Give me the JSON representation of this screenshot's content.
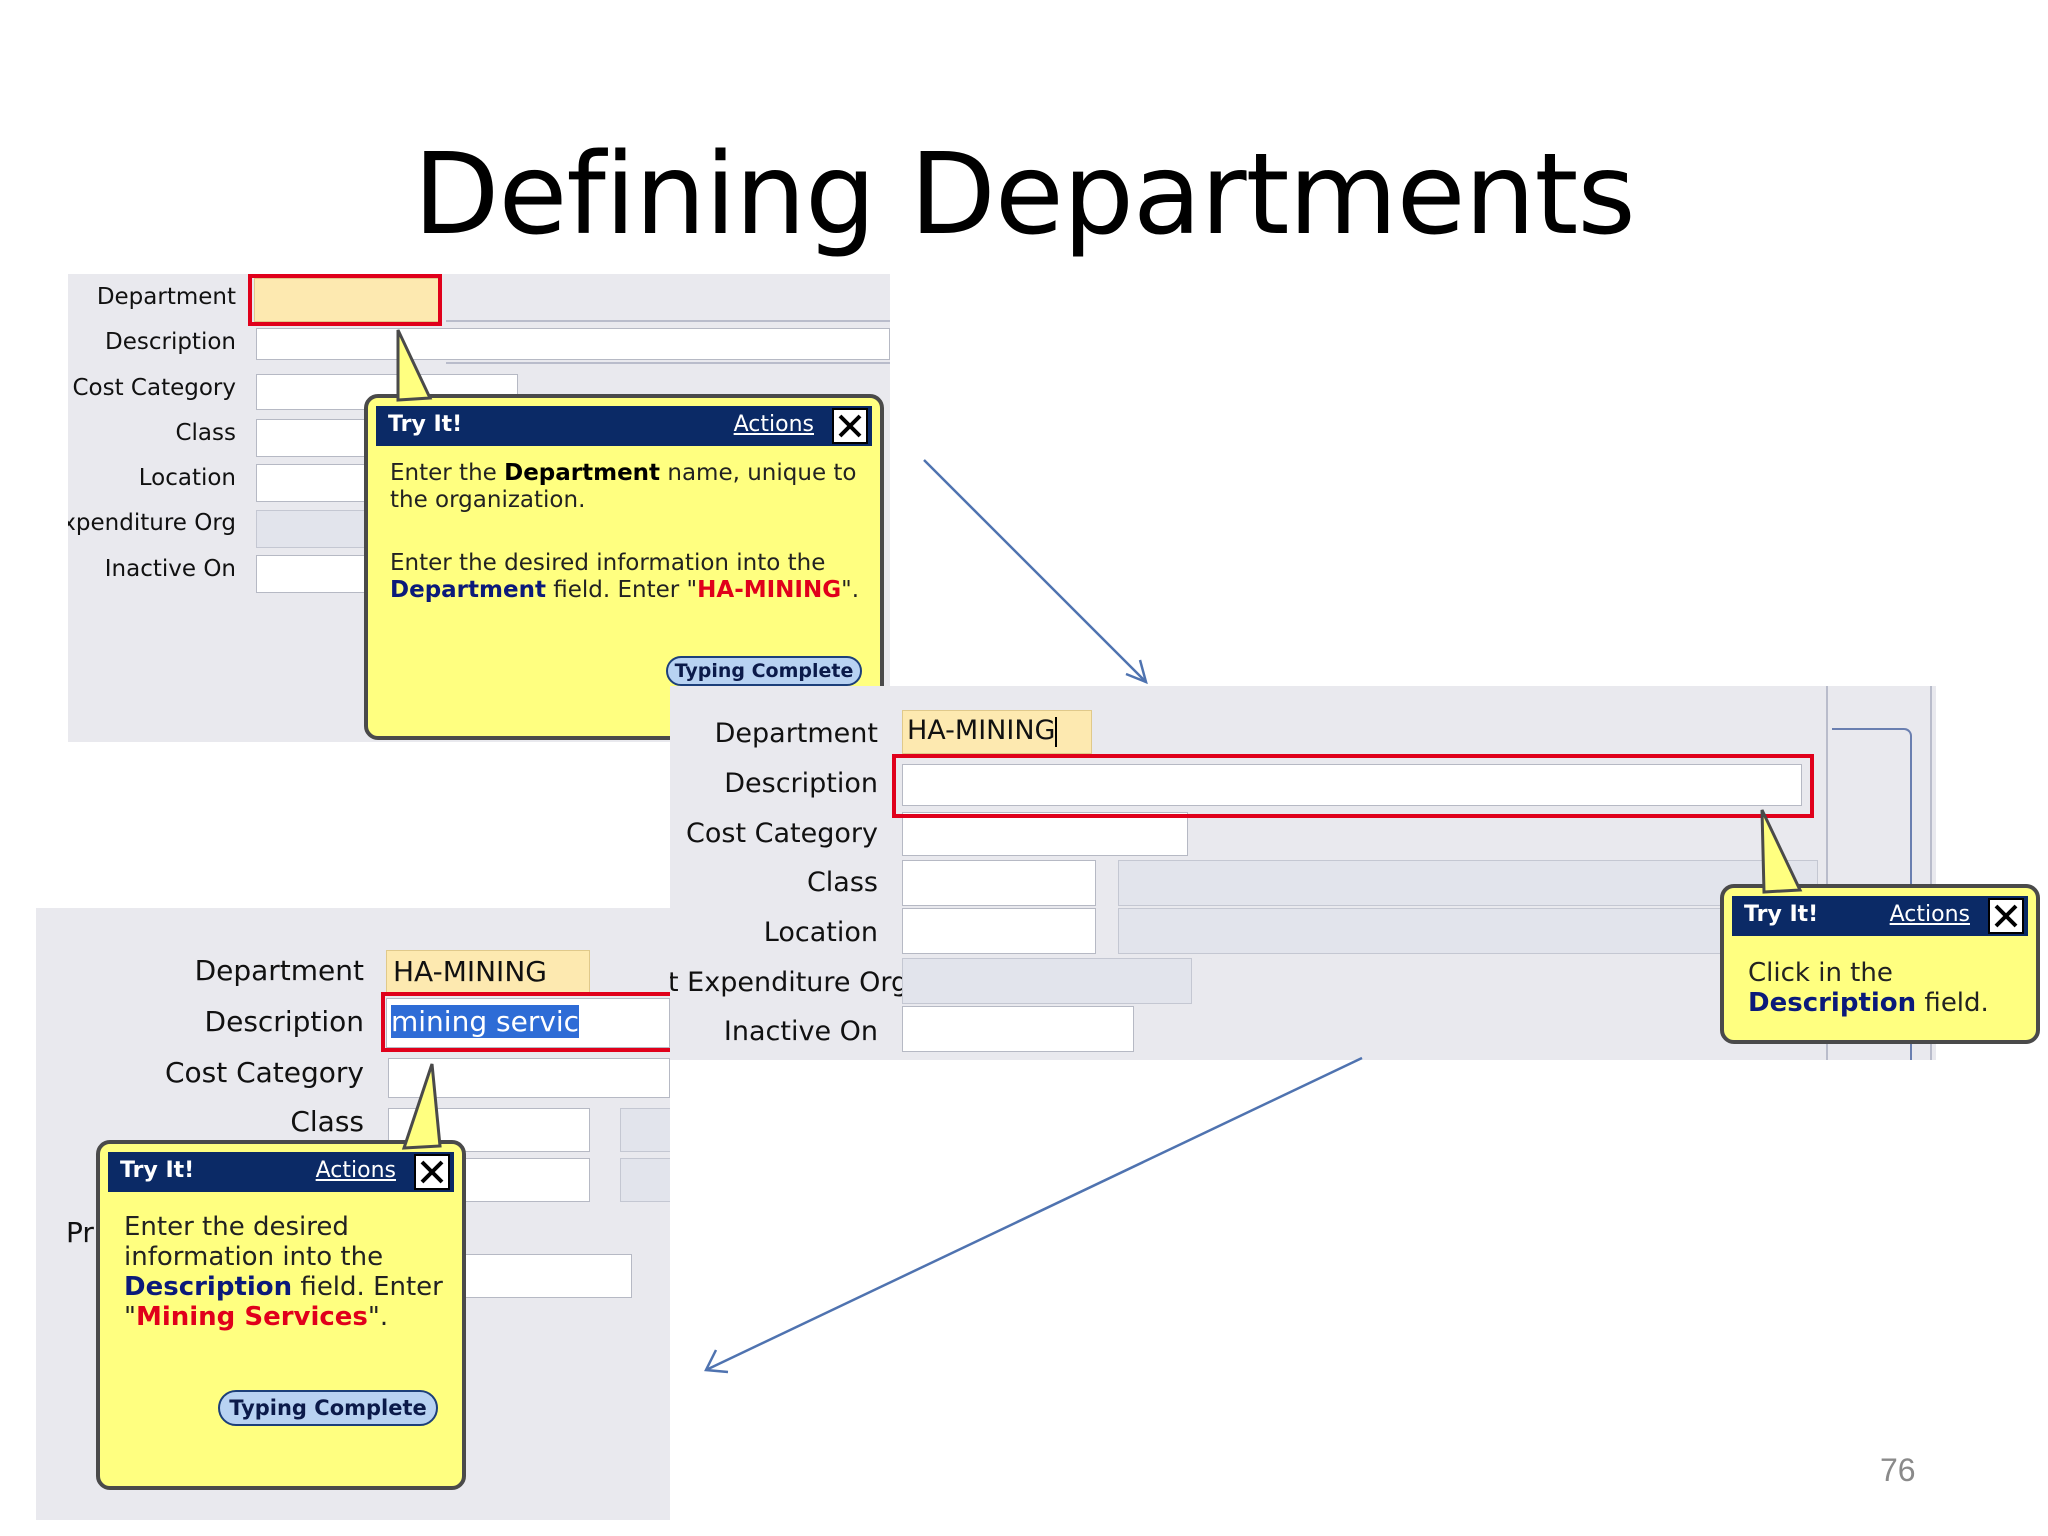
{
  "slide": {
    "title": "Defining Departments",
    "page_number": "76"
  },
  "panel_top_left": {
    "labels": [
      "Department",
      "Description",
      "Cost Category",
      "Class",
      "Location",
      "Expenditure Org",
      "Inactive On"
    ],
    "balloon": {
      "header": "Try It!",
      "actions": "Actions",
      "line1_pre": "Enter the ",
      "line1_bold": "Department",
      "line1_post": " name, unique to the organization.",
      "line2_pre": "Enter the desired information into the ",
      "line2_field": "Department",
      "line2_mid": " field. Enter \"",
      "line2_value": "HA-MINING",
      "line2_post": "\".",
      "button": "Typing Complete"
    }
  },
  "panel_right": {
    "labels": [
      "Department",
      "Description",
      "Cost Category",
      "Class",
      "Location",
      "t Expenditure Org",
      "Inactive On"
    ],
    "department_value": "HA-MINING",
    "balloon": {
      "header": "Try It!",
      "actions": "Actions",
      "text_pre": "Click in the ",
      "text_field": "Description",
      "text_post": " field."
    }
  },
  "panel_bottom_left": {
    "labels": [
      "Department",
      "Description",
      "Cost Category",
      "Class",
      "Pr"
    ],
    "department_value": "HA-MINING",
    "description_value": "mining servic",
    "balloon": {
      "header": "Try It!",
      "actions": "Actions",
      "line_pre": "Enter the desired information into the ",
      "line_field": "Description",
      "line_mid": " field. Enter \"",
      "line_value": "Mining Services",
      "line_post": "\".",
      "button": "Typing Complete"
    }
  },
  "colors": {
    "highlight": "#e0001b",
    "balloon": "#ffff80",
    "balloon_bar": "#0b2a66",
    "arrow": "#4f73b0"
  }
}
